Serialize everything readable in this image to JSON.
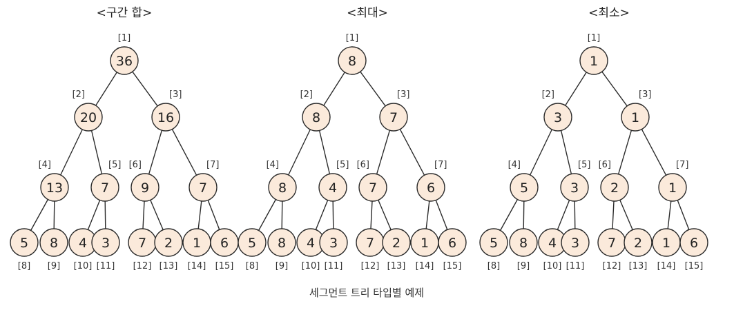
{
  "figure": {
    "caption": "세그먼트 트리 타입별 예제"
  },
  "style": {
    "node_fill": "#fbeadb",
    "node_stroke": "#2b2b2b",
    "edge_color": "#2b2b2b",
    "text_color": "#222222"
  },
  "trees": [
    {
      "title": "<구간 합>",
      "nodes": [
        {
          "index": "[1]",
          "value": "36"
        },
        {
          "index": "[2]",
          "value": "20"
        },
        {
          "index": "[3]",
          "value": "16"
        },
        {
          "index": "[4]",
          "value": "13"
        },
        {
          "index": "[5]",
          "value": "7"
        },
        {
          "index": "[6]",
          "value": "9"
        },
        {
          "index": "[7]",
          "value": "7"
        },
        {
          "index": "[8]",
          "value": "5"
        },
        {
          "index": "[9]",
          "value": "8"
        },
        {
          "index": "[10]",
          "value": "4"
        },
        {
          "index": "[11]",
          "value": "3"
        },
        {
          "index": "[12]",
          "value": "7"
        },
        {
          "index": "[13]",
          "value": "2"
        },
        {
          "index": "[14]",
          "value": "1"
        },
        {
          "index": "[15]",
          "value": "6"
        }
      ]
    },
    {
      "title": "<최대>",
      "nodes": [
        {
          "index": "[1]",
          "value": "8"
        },
        {
          "index": "[2]",
          "value": "8"
        },
        {
          "index": "[3]",
          "value": "7"
        },
        {
          "index": "[4]",
          "value": "8"
        },
        {
          "index": "[5]",
          "value": "4"
        },
        {
          "index": "[6]",
          "value": "7"
        },
        {
          "index": "[7]",
          "value": "6"
        },
        {
          "index": "[8]",
          "value": "5"
        },
        {
          "index": "[9]",
          "value": "8"
        },
        {
          "index": "[10]",
          "value": "4"
        },
        {
          "index": "[11]",
          "value": "3"
        },
        {
          "index": "[12]",
          "value": "7"
        },
        {
          "index": "[13]",
          "value": "2"
        },
        {
          "index": "[14]",
          "value": "1"
        },
        {
          "index": "[15]",
          "value": "6"
        }
      ]
    },
    {
      "title": "<최소>",
      "nodes": [
        {
          "index": "[1]",
          "value": "1"
        },
        {
          "index": "[2]",
          "value": "3"
        },
        {
          "index": "[3]",
          "value": "1"
        },
        {
          "index": "[4]",
          "value": "5"
        },
        {
          "index": "[5]",
          "value": "3"
        },
        {
          "index": "[6]",
          "value": "2"
        },
        {
          "index": "[7]",
          "value": "1"
        },
        {
          "index": "[8]",
          "value": "5"
        },
        {
          "index": "[9]",
          "value": "8"
        },
        {
          "index": "[10]",
          "value": "4"
        },
        {
          "index": "[11]",
          "value": "3"
        },
        {
          "index": "[12]",
          "value": "7"
        },
        {
          "index": "[13]",
          "value": "2"
        },
        {
          "index": "[14]",
          "value": "1"
        },
        {
          "index": "[15]",
          "value": "6"
        }
      ]
    }
  ]
}
